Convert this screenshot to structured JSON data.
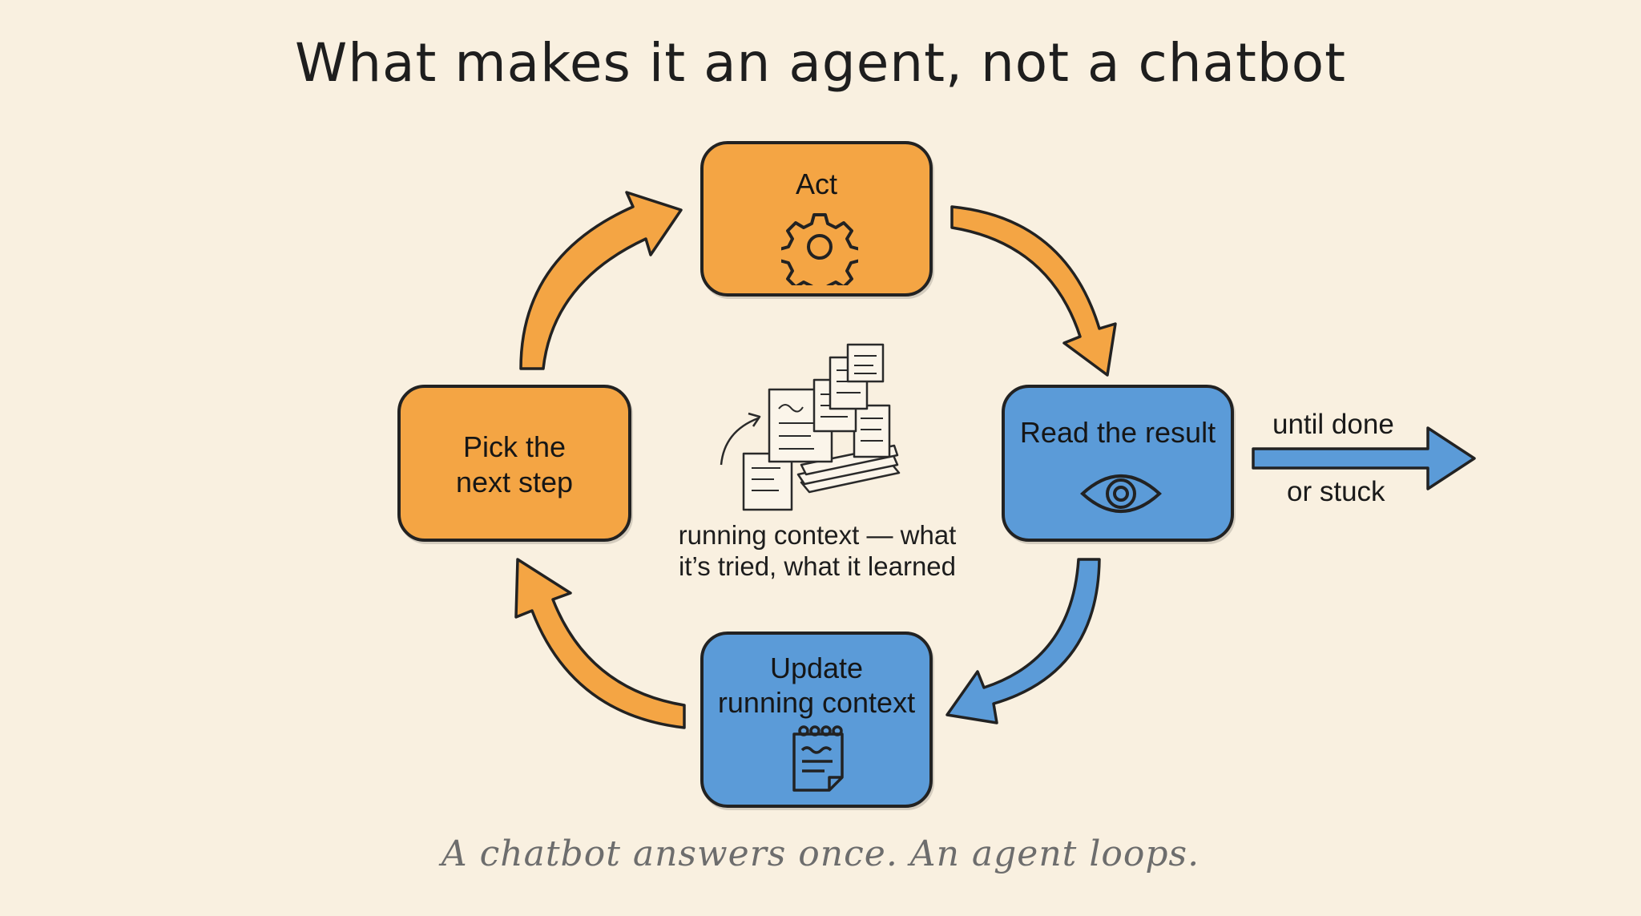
{
  "title": "What makes it an agent, not a chatbot",
  "colors": {
    "background": "#f9f0e0",
    "orange": "#f4a544",
    "blue": "#5b9bd8",
    "outline": "#222222",
    "tagline": "#6d6d6d"
  },
  "nodes": {
    "act": {
      "label": "Act",
      "icon": "gear-icon",
      "color": "orange"
    },
    "read": {
      "label": "Read the result",
      "icon": "eye-icon",
      "color": "blue"
    },
    "update": {
      "label_line1": "Update",
      "label_line2": "running context",
      "icon": "notepad-icon",
      "color": "blue"
    },
    "pick": {
      "label_line1": "Pick the",
      "label_line2": "next step",
      "color": "orange"
    }
  },
  "exit": {
    "label_top": "until done",
    "label_bottom": "or stuck",
    "icon": "arrow-right-icon"
  },
  "context": {
    "caption_line1": "running context — what",
    "caption_line2": "it’s tried, what it learned",
    "icon": "notes-pile-icon"
  },
  "tagline": "A chatbot answers once. An agent loops."
}
